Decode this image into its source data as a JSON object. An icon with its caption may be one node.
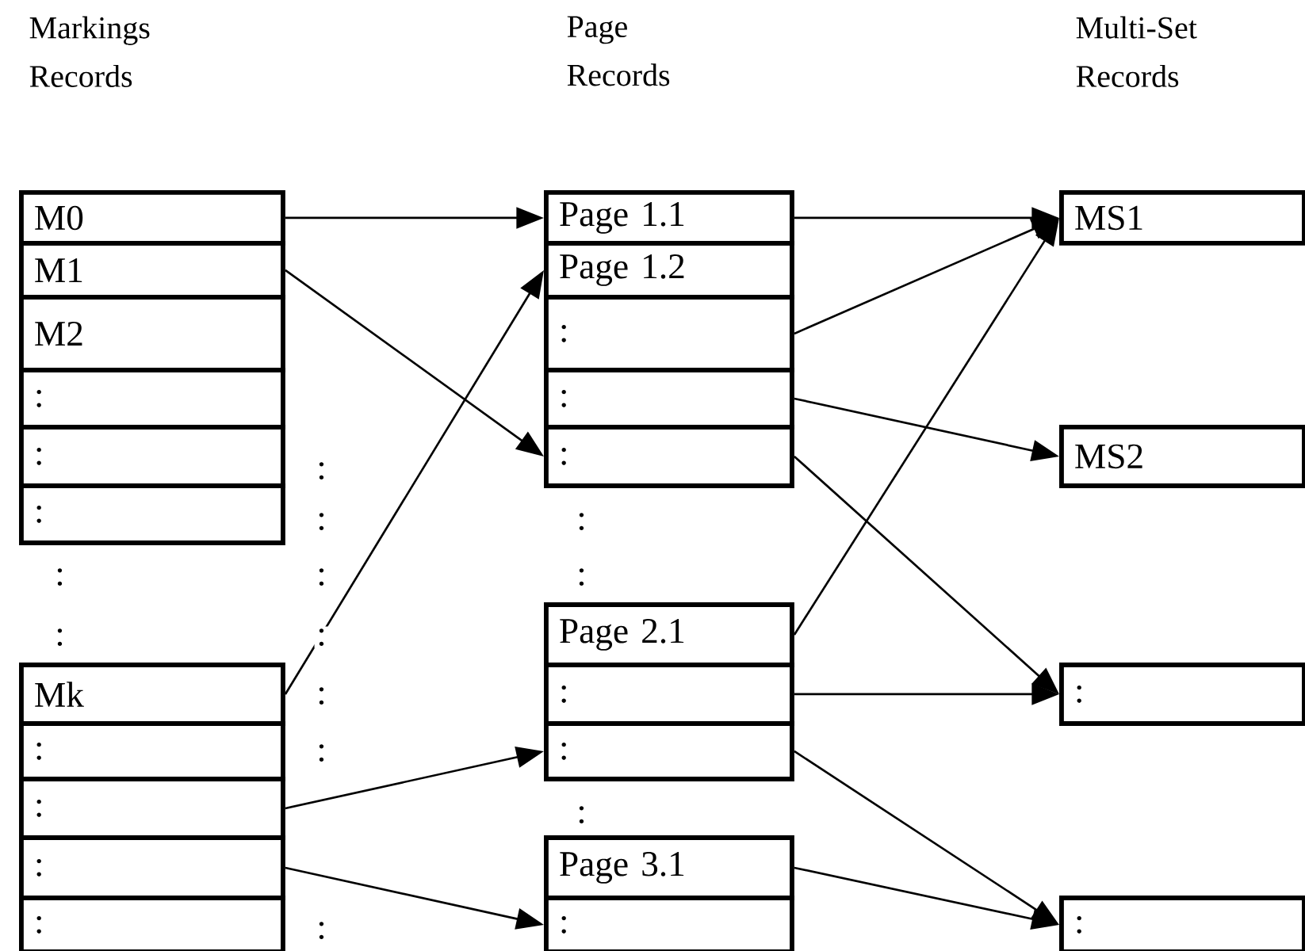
{
  "diagram": {
    "nodes": [
      {
        "text": [
          "M0"
        ]
      },
      {
        "text": [
          "M1"
        ]
      },
      {
        "text": [
          "M2"
        ]
      },
      {
        "text": [
          ":"
        ]
      },
      {
        "text": [
          ":"
        ]
      },
      {
        "text": [
          ":"
        ]
      },
      {
        "text": [
          "Mk"
        ]
      },
      {
        "text": [
          ":"
        ]
      },
      {
        "text": [
          ":"
        ]
      },
      {
        "text": [
          ":"
        ]
      },
      {
        "text": [
          ":"
        ]
      },
      {
        "text": [
          "Page 1.1"
        ]
      },
      {
        "text": [
          "Page 1.2"
        ]
      },
      {
        "text": [
          ":"
        ]
      },
      {
        "text": [
          ":"
        ]
      },
      {
        "text": [
          ":"
        ]
      },
      {
        "text": [
          "Page 2.1"
        ]
      },
      {
        "text": [
          ":"
        ]
      },
      {
        "text": [
          ":"
        ]
      },
      {
        "text": [
          "Page 3.1"
        ]
      },
      {
        "text": [
          ":"
        ]
      },
      {
        "text": [
          "MS1"
        ]
      },
      {
        "text": [
          "MS2"
        ]
      },
      {
        "text": [
          ":"
        ]
      },
      {
        "text": [
          ":"
        ]
      }
    ],
    "edges": [
      {
        "from": 0,
        "to": 11,
        "arrow": "to"
      },
      {
        "from": 1,
        "to": 15,
        "arrow": "to"
      },
      {
        "from": 6,
        "to": 12,
        "arrow": "to"
      },
      {
        "from": 8,
        "to": 18,
        "arrow": "to"
      },
      {
        "from": 9,
        "to": 20,
        "arrow": "to"
      },
      {
        "from": 11,
        "to": 21,
        "arrow": "to"
      },
      {
        "from": 13,
        "to": 21,
        "arrow": "to"
      },
      {
        "from": 14,
        "to": 22,
        "arrow": "to"
      },
      {
        "from": 15,
        "to": 23,
        "arrow": "to"
      },
      {
        "from": 16,
        "to": 21,
        "arrow": "to"
      },
      {
        "from": 17,
        "to": 23,
        "arrow": "to"
      },
      {
        "from": 18,
        "to": 24,
        "arrow": "to"
      },
      {
        "from": 19,
        "to": 24,
        "arrow": "to"
      }
    ],
    "labels": [
      "Markings Records",
      "Page Records",
      "Multi-Set Records",
      ":",
      ":",
      ":",
      ":",
      ":",
      ":",
      ":",
      ":",
      ":",
      ":",
      ":",
      ":"
    ]
  }
}
